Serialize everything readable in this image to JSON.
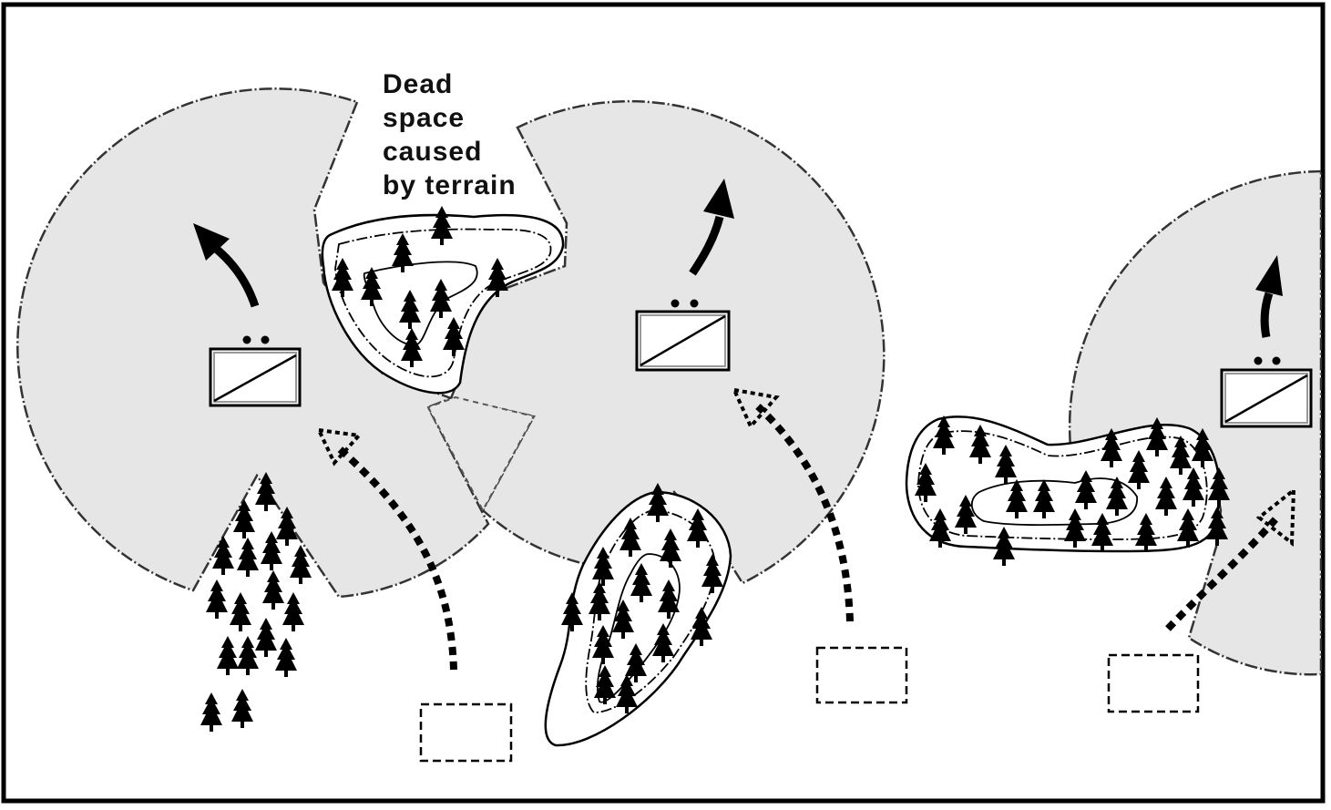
{
  "annotation": {
    "lines": [
      "Dead",
      "space",
      "caused",
      "by terrain"
    ]
  },
  "colors": {
    "sector_fill": "#e6e6e6",
    "ink": "#000000",
    "paper": "#ffffff"
  },
  "icons": {
    "tree": "conifer-tree-icon",
    "unit": "armor-platoon-symbol-icon",
    "move_arrow": "movement-arrow-icon",
    "route_arrow": "dashed-route-arrow-icon",
    "prior_position": "dashed-position-box-icon"
  }
}
